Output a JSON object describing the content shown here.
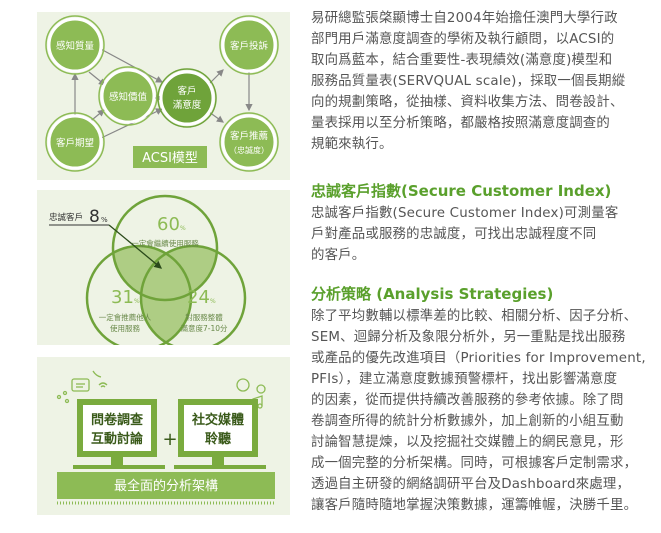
{
  "acsi_diagram": {
    "nodes": {
      "perceived_quality": "感知質量",
      "perceived_value": "感知價值",
      "customer_expectation": "客戶期望",
      "satisfaction_line1": "客戶",
      "satisfaction_line2": "滿意度",
      "complaint": "客戶投訴",
      "recommend_line1": "客戶推薦",
      "recommend_line2": "（忠誠度）"
    },
    "label": "ACSI模型"
  },
  "venn": {
    "loyal_label": "忠誠客戶",
    "loyal_value": "8",
    "pct": "%",
    "top_value": "60",
    "top_text": "一定會繼續使用服務",
    "left_value": "31",
    "left_text_1": "一定會推薦他人",
    "left_text_2": "使用服務",
    "right_value": "24",
    "right_text_1": "對服務整體",
    "right_text_2": "滿意度7-10分"
  },
  "framework": {
    "left_screen_1": "問卷調查",
    "left_screen_2": "互動討論",
    "plus": "+",
    "right_screen_1": "社交媒體",
    "right_screen_2": "聆聽",
    "base": "最全面的分析架構"
  },
  "intro": {
    "lines": [
      "易研總監張棨顯博士自2004年始擔任澳門大學行政",
      "部門用戶滿意度調查的學術及執行顧問，以ACSI的",
      "取向爲藍本，結合重要性-表現績效(滿意度)模型和",
      "服務品質量表(SERVQUAL scale)，採取一個長期縱",
      "向的規劃策略，從抽樣、資料收集方法、問卷設計、",
      "量表採用以至分析策略，都嚴格按照滿意度調查的",
      "規範來執行。"
    ]
  },
  "sci": {
    "heading": "忠誠客戶指數(Secure Customer Index)",
    "lines": [
      "忠誠客戶指數(Secure Customer Index)可測量客",
      "戶對產品或服務的忠誠度，可找出忠誠程度不同",
      "的客戶。"
    ]
  },
  "strategies": {
    "heading": "分析策略 (Analysis Strategies)",
    "lines": [
      "除了平均數輔以標準差的比較、相關分析、因子分析、",
      "SEM、迴歸分析及象限分析外，另一重點是找出服務",
      "或產品的優先改進項目（Priorities for Improvement,",
      "PFIs），建立滿意度數據預警標杆，找出影響滿意度",
      "的因素，從而提供持續改善服務的參考依據。除了問",
      "卷調查所得的統計分析數據外，加上創新的小組互動",
      "討論智慧提煉，以及挖掘社交媒體上的網民意見，形",
      "成一個完整的分析架構。同時，可根據客戶定制需求，",
      "透過自主研發的網絡調研平台及Dashboard來處理，",
      "讓客戶隨時隨地掌握決策數據，運籌帷幄，決勝千里。"
    ]
  },
  "colors": {
    "green": "#5aa02c",
    "light_green": "#8dbb55",
    "dark_green": "#6fa33a",
    "panel_bg": "#eef3e5",
    "text": "#555555"
  }
}
